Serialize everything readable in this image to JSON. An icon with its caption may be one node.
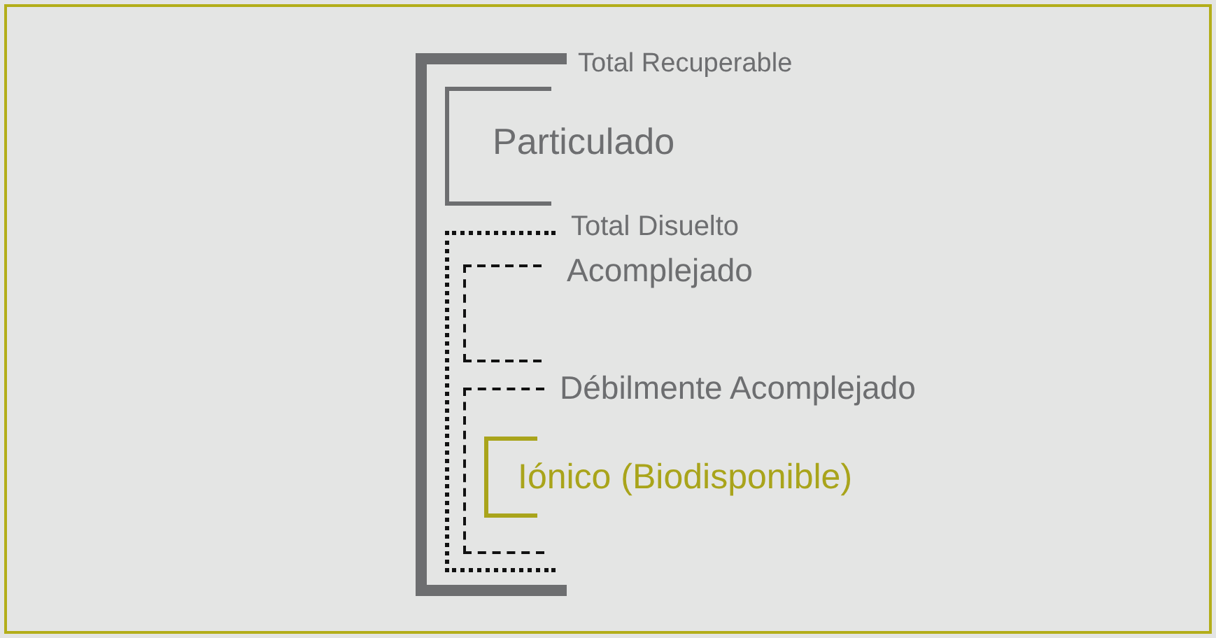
{
  "diagram": {
    "nodes": [
      {
        "text": [
          "Total Recuperable"
        ]
      },
      {
        "text": [
          "Particulado"
        ],
        "in": 0
      },
      {
        "text": [
          "Total Disuelto"
        ],
        "in": 0
      },
      {
        "text": [
          "Acomplejado"
        ],
        "in": 2
      },
      {
        "text": [
          "Débilmente Acomplejado"
        ],
        "in": 2
      },
      {
        "text": [
          "Iónico (Biodisponible)"
        ],
        "in": 4
      }
    ]
  }
}
